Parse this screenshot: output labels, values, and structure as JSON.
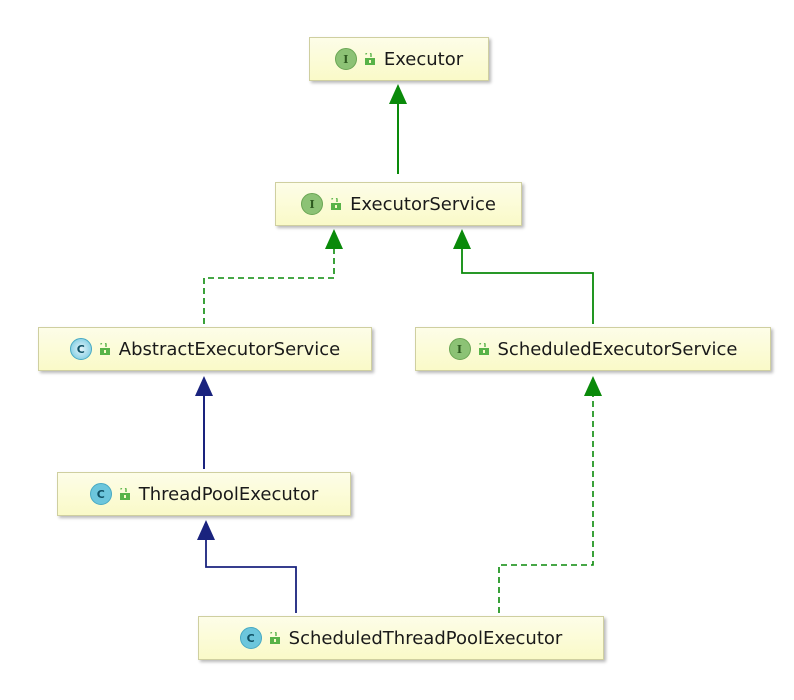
{
  "diagram": {
    "nodes": [
      {
        "id": "executor",
        "label": "Executor",
        "kind": "interface",
        "kind_letter": "I"
      },
      {
        "id": "executor_service",
        "label": "ExecutorService",
        "kind": "interface",
        "kind_letter": "I"
      },
      {
        "id": "abstract_executor_service",
        "label": "AbstractExecutorService",
        "kind": "abstract-class",
        "kind_letter": "C"
      },
      {
        "id": "scheduled_executor_service",
        "label": "ScheduledExecutorService",
        "kind": "interface",
        "kind_letter": "I"
      },
      {
        "id": "thread_pool_executor",
        "label": "ThreadPoolExecutor",
        "kind": "class",
        "kind_letter": "C"
      },
      {
        "id": "scheduled_thread_pool_executor",
        "label": "ScheduledThreadPoolExecutor",
        "kind": "class",
        "kind_letter": "C"
      }
    ],
    "edges": [
      {
        "from": "executor_service",
        "to": "executor",
        "relation": "extends-interface",
        "style": "solid",
        "color": "#0a8a0a"
      },
      {
        "from": "abstract_executor_service",
        "to": "executor_service",
        "relation": "implements",
        "style": "dashed",
        "color": "#0a8a0a"
      },
      {
        "from": "scheduled_executor_service",
        "to": "executor_service",
        "relation": "extends-interface",
        "style": "solid",
        "color": "#0a8a0a"
      },
      {
        "from": "thread_pool_executor",
        "to": "abstract_executor_service",
        "relation": "extends-class",
        "style": "solid",
        "color": "#1a237e"
      },
      {
        "from": "scheduled_thread_pool_executor",
        "to": "thread_pool_executor",
        "relation": "extends-class",
        "style": "solid",
        "color": "#1a237e"
      },
      {
        "from": "scheduled_thread_pool_executor",
        "to": "scheduled_executor_service",
        "relation": "implements",
        "style": "dashed",
        "color": "#0a8a0a"
      }
    ],
    "icons": {
      "interface": "interface-icon",
      "class": "class-icon",
      "abstract-class": "abstract-class-icon",
      "visibility": "public-lock-icon"
    },
    "colors": {
      "node_background": "#fafac8",
      "node_border": "#cfcfa0",
      "interface_badge": "#8cc275",
      "class_badge": "#6cc6dc",
      "lock": "#58b348",
      "green_arrow": "#0a8a0a",
      "blue_arrow": "#1a237e"
    }
  }
}
